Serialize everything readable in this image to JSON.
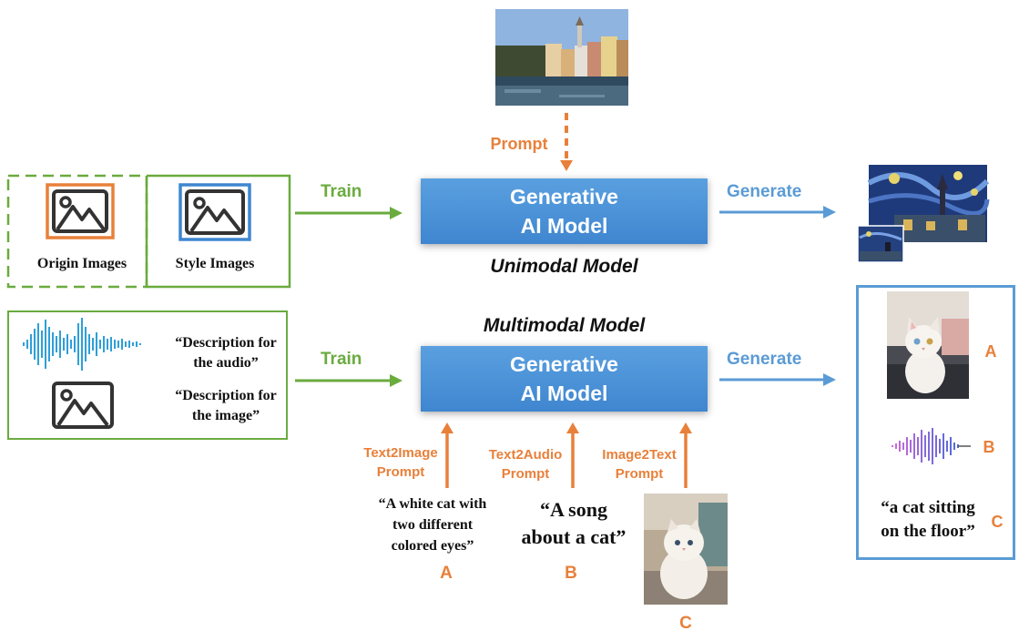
{
  "top": {
    "prompt_label": "Prompt"
  },
  "unimodal": {
    "inputs": {
      "origin_label": "Origin Images",
      "style_label": "Style Images"
    },
    "train_label": "Train",
    "model_label_line1": "Generative",
    "model_label_line2": "AI Model",
    "model_caption": "Unimodal Model",
    "generate_label": "Generate"
  },
  "multimodal": {
    "model_caption": "Multimodal Model",
    "inputs": {
      "audio_desc_line1": "“Description for",
      "audio_desc_line2": "the audio”",
      "image_desc_line1": "“Description for",
      "image_desc_line2": "the image”"
    },
    "train_label": "Train",
    "model_label_line1": "Generative",
    "model_label_line2": "AI Model",
    "generate_label": "Generate",
    "prompts": [
      {
        "label_line1": "Text2Image",
        "label_line2": "Prompt",
        "letter": "A",
        "text_line1": "“A white cat with",
        "text_line2": "two different",
        "text_line3": "colored eyes”"
      },
      {
        "label_line1": "Text2Audio",
        "label_line2": "Prompt",
        "letter": "B",
        "text_line1": "“A song",
        "text_line2": "about a cat”"
      },
      {
        "label_line1": "Image2Text",
        "label_line2": "Prompt",
        "letter": "C"
      }
    ],
    "outputs": {
      "a_letter": "A",
      "b_letter": "B",
      "c_text_line1": "“a cat sitting",
      "c_text_line2": "on the floor”",
      "c_letter": "C"
    }
  },
  "colors": {
    "green": "#6aab3e",
    "blue": "#5b9bd5",
    "orange": "#e8803a",
    "model_blue": "#4a90d9"
  }
}
